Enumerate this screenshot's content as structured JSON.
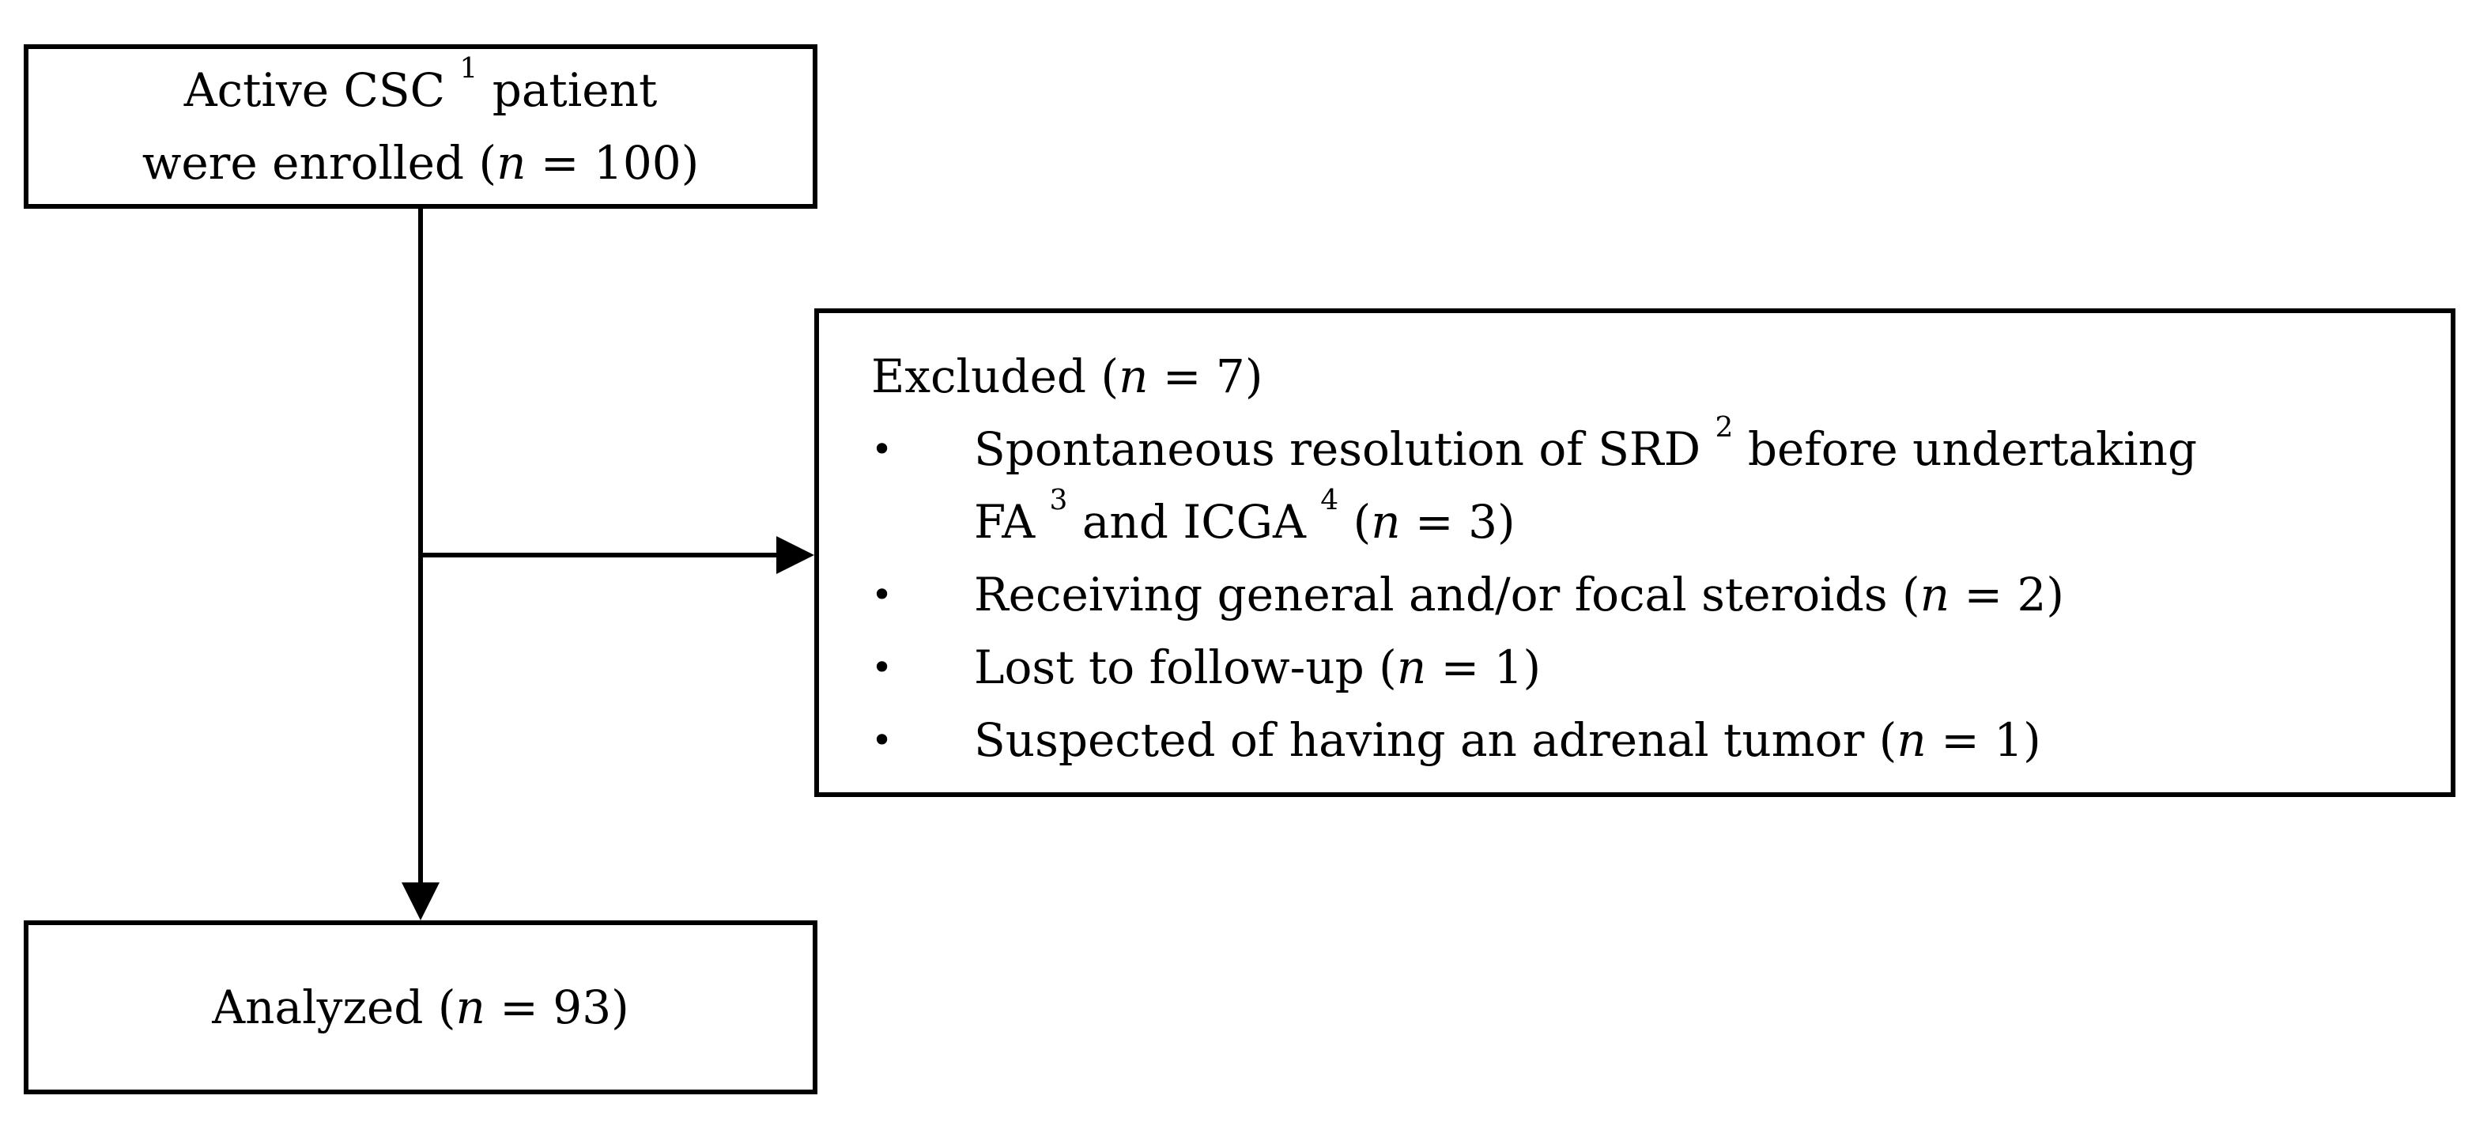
{
  "theme": {
    "paper_color": "#ffffff",
    "ink_color": "#000000"
  },
  "enrolled_box": {
    "line1": {
      "pre": "Active CSC ",
      "sup": "1",
      "post": " patient"
    },
    "line2": {
      "pre": "were enrolled (",
      "nvar": "n",
      "post": " = 100)"
    }
  },
  "excluded_box": {
    "title": {
      "pre": "Excluded (",
      "nvar": "n",
      "post": " = 7)"
    },
    "bullet_glyph": "•",
    "bullets": [
      {
        "line1": {
          "pre": "Spontaneous resolution of SRD ",
          "sup": "2",
          "post": " before undertaking"
        },
        "line2": {
          "pre": "FA ",
          "sup1": "3",
          "mid": " and ICGA ",
          "sup2": "4",
          "paren": " (",
          "nvar": "n",
          "post": " = 3)"
        }
      },
      {
        "line1": {
          "pre": "Receiving general and/or focal steroids (",
          "nvar": "n",
          "post": " = 2)"
        }
      },
      {
        "line1": {
          "pre": "Lost to follow-up (",
          "nvar": "n",
          "post": " = 1)"
        }
      },
      {
        "line1": {
          "pre": "Suspected of having an adrenal tumor (",
          "nvar": "n",
          "post": " = 1)"
        }
      }
    ]
  },
  "analyzed_box": {
    "line1": {
      "pre": "Analyzed (",
      "nvar": "n",
      "post": " = 93)"
    }
  }
}
